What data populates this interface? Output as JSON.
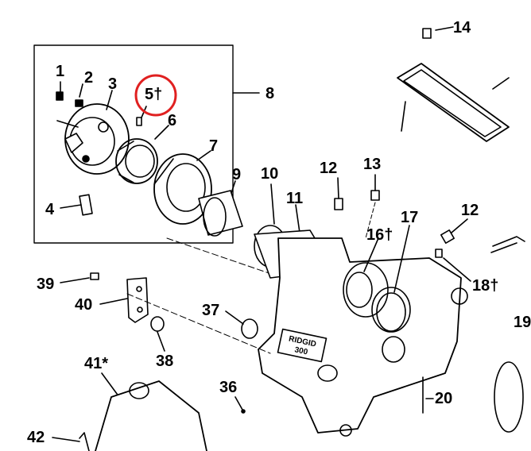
{
  "highlight_color": "#e02020",
  "line_color": "#000000",
  "callouts": [
    {
      "id": "1",
      "text": "1"
    },
    {
      "id": "2",
      "text": "2"
    },
    {
      "id": "3",
      "text": "3"
    },
    {
      "id": "4",
      "text": "4"
    },
    {
      "id": "5",
      "text": "5†",
      "highlighted": true
    },
    {
      "id": "6",
      "text": "6"
    },
    {
      "id": "7",
      "text": "7"
    },
    {
      "id": "8",
      "text": "8"
    },
    {
      "id": "9",
      "text": "9"
    },
    {
      "id": "10",
      "text": "10"
    },
    {
      "id": "11",
      "text": "11"
    },
    {
      "id": "12a",
      "text": "12"
    },
    {
      "id": "12b",
      "text": "12"
    },
    {
      "id": "13",
      "text": "13"
    },
    {
      "id": "14",
      "text": "14"
    },
    {
      "id": "16",
      "text": "16†"
    },
    {
      "id": "17",
      "text": "17"
    },
    {
      "id": "18",
      "text": "18†"
    },
    {
      "id": "19",
      "text": "19"
    },
    {
      "id": "20",
      "text": "20"
    },
    {
      "id": "36",
      "text": "36"
    },
    {
      "id": "37",
      "text": "37"
    },
    {
      "id": "38",
      "text": "38"
    },
    {
      "id": "39",
      "text": "39"
    },
    {
      "id": "40",
      "text": "40"
    },
    {
      "id": "41",
      "text": "41*"
    },
    {
      "id": "42",
      "text": "42"
    }
  ],
  "housing_stamp": {
    "line1": "RIDGID",
    "line2": "300"
  }
}
